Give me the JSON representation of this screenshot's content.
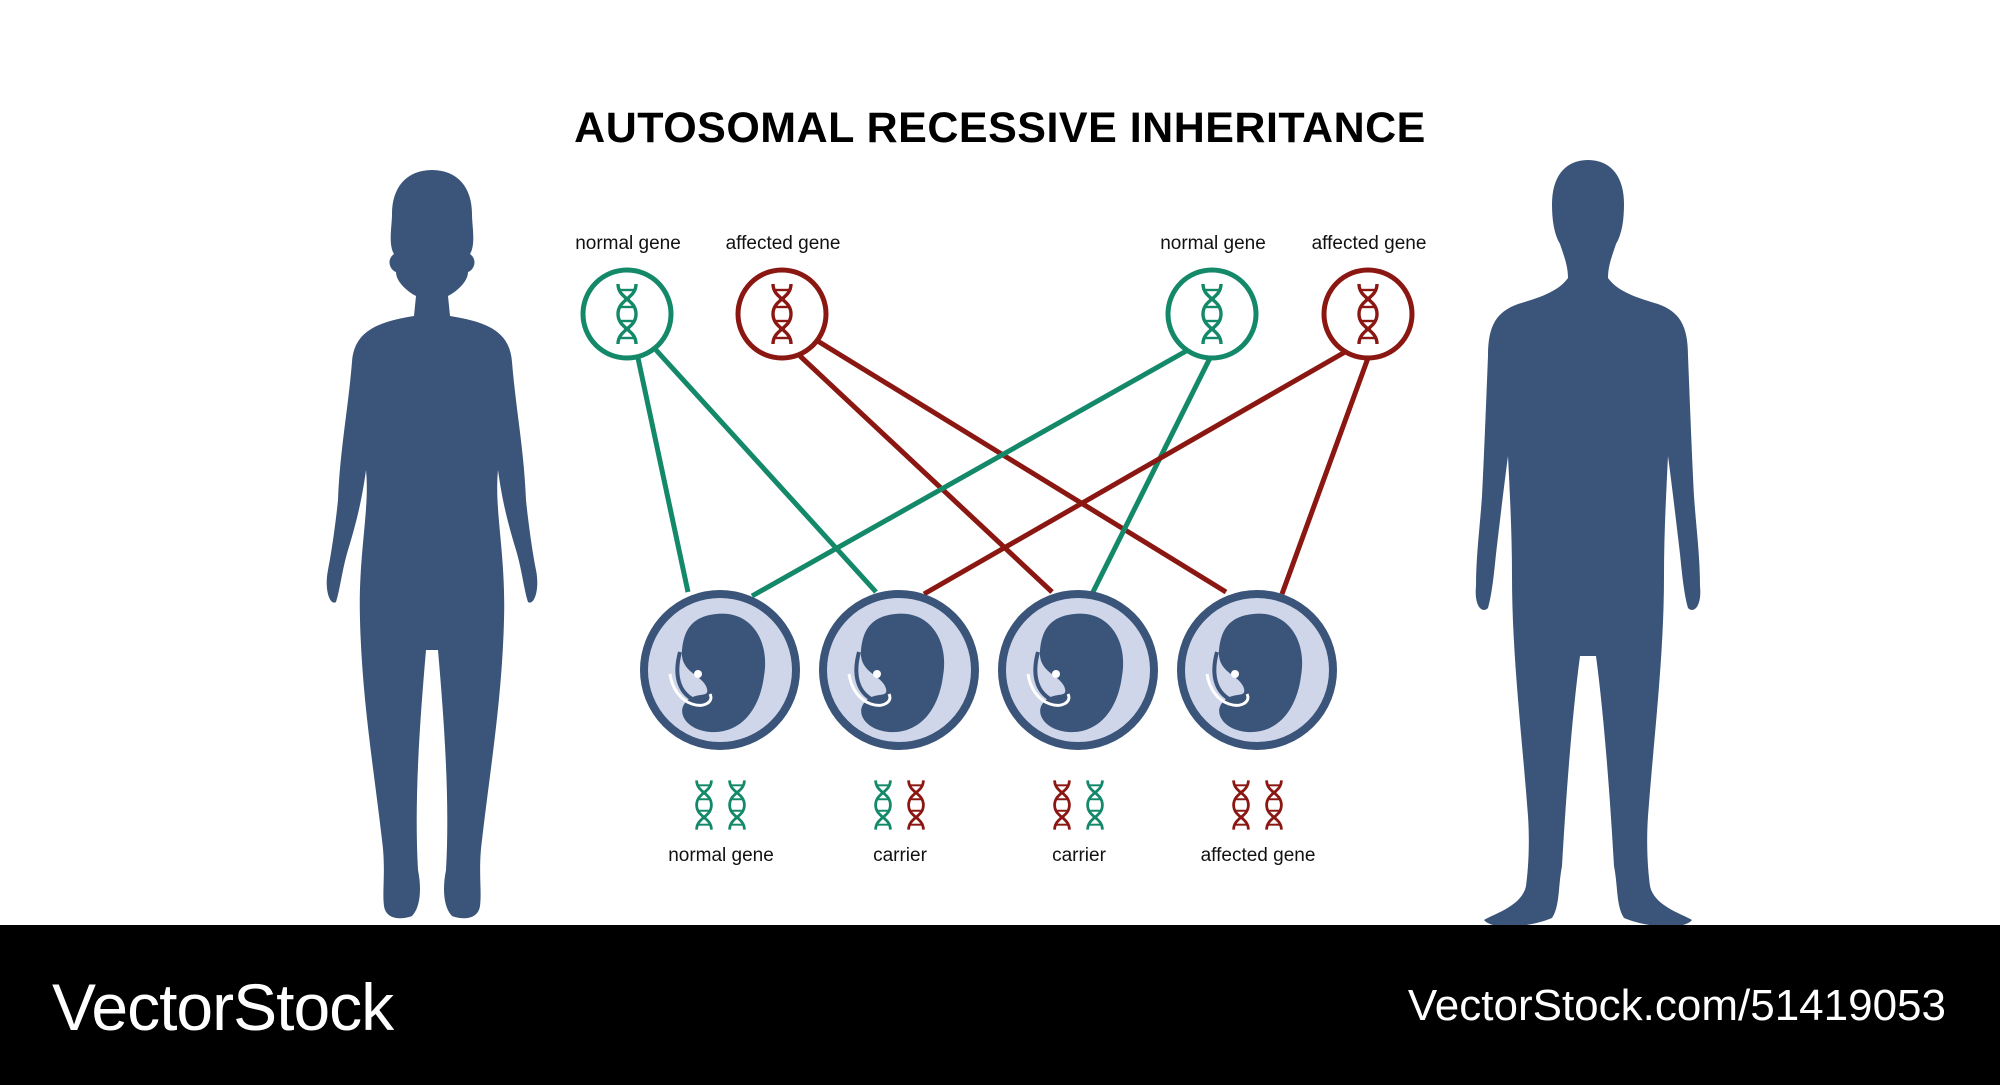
{
  "title": "AUTOSOMAL RECESSIVE INHERITANCE",
  "parents": {
    "mother": {
      "normal_label": "normal gene",
      "affected_label": "affected gene"
    },
    "father": {
      "normal_label": "normal gene",
      "affected_label": "affected gene"
    }
  },
  "offspring": [
    {
      "label": "normal gene",
      "genes": [
        "normal",
        "normal"
      ]
    },
    {
      "label": "carrier",
      "genes": [
        "normal",
        "affected"
      ]
    },
    {
      "label": "carrier",
      "genes": [
        "affected",
        "normal"
      ]
    },
    {
      "label": "affected gene",
      "genes": [
        "affected",
        "affected"
      ]
    }
  ],
  "colors": {
    "normal": "#14896a",
    "affected": "#8b1712",
    "silhouette": "#3b5479",
    "embryo_bg": "#cfd6ea"
  },
  "icons": {
    "gene": "dna-helix-icon",
    "offspring": "embryo-icon",
    "mother": "female-silhouette",
    "father": "male-silhouette"
  },
  "banner": {
    "brand": "VectorStock",
    "url": "VectorStock.com/51419053"
  }
}
